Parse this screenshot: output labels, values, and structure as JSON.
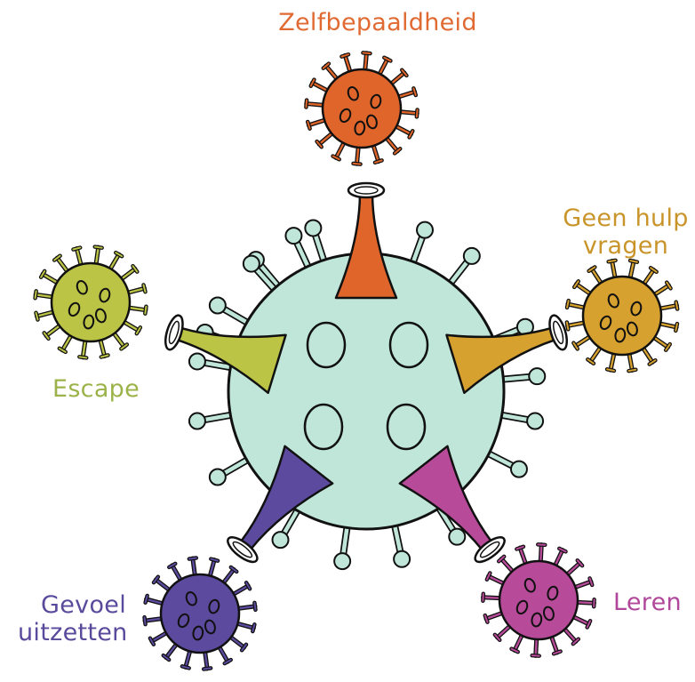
{
  "labels": {
    "zelfbepaaldheid": "Zelfbepaaldheid",
    "geen_hulp_1": "Geen hulp",
    "geen_hulp_2": "vragen",
    "escape": "Escape",
    "gevoel_1": "Gevoel",
    "gevoel_2": "uitzetten",
    "leren": "Leren"
  },
  "colors": {
    "outline": "#111111",
    "center_body": "#bfe6d9",
    "zelfbepaaldheid": "#e0652a",
    "geen_hulp": "#d6a12f",
    "escape": "#bcc446",
    "gevoel": "#5b4a9e",
    "leren": "#b84a9a",
    "label_zelfbepaaldheid": "#e06a32",
    "label_geen_hulp": "#c9952a",
    "label_escape": "#9cb34a",
    "label_gevoel": "#5a4a9c",
    "label_leren": "#b0479a"
  },
  "icons": [
    "central-virus-icon",
    "orange-virus-icon",
    "gold-virus-icon",
    "lime-virus-icon",
    "purple-virus-icon",
    "magenta-virus-icon"
  ]
}
